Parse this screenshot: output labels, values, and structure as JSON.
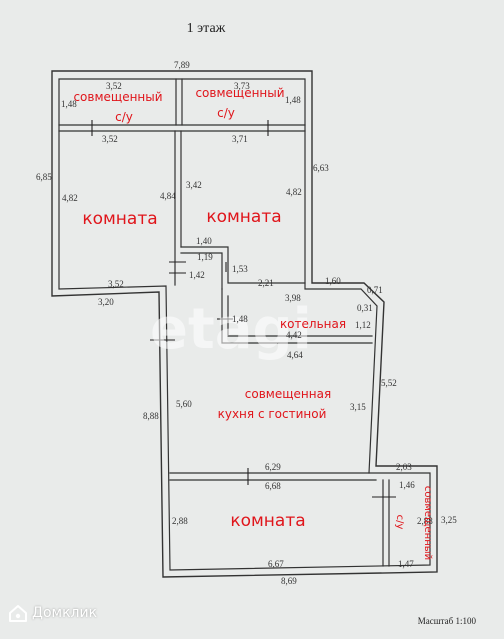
{
  "title": "1 этаж",
  "scale": "Масштаб 1:100",
  "watermark": "etagi",
  "brand": "Домклик",
  "rooms": {
    "bath1": [
      "совмещенный",
      "с/у"
    ],
    "bath2": [
      "совмещенный",
      "с/у"
    ],
    "room1": "комната",
    "room2": "комната",
    "boiler": "котельная",
    "kitchen": [
      "совмещенная",
      "кухня с гостиной"
    ],
    "room3": "комната",
    "bath3": [
      "совмещенный",
      "с/у"
    ]
  },
  "dimensions": {
    "d_7_89": "7,89",
    "d_3_52_a": "3,52",
    "d_3_73": "3,73",
    "d_1_48_a": "1,48",
    "d_1_48_b": "1,48",
    "d_3_52_b": "3,52",
    "d_3_71": "3,71",
    "d_6_85": "6,85",
    "d_4_82_a": "4,82",
    "d_4_84": "4,84",
    "d_3_42": "3,42",
    "d_4_82_b": "4,82",
    "d_6_63": "6,63",
    "d_1_40": "1,40",
    "d_1_19": "1,19",
    "d_1_42": "1,42",
    "d_1_53": "1,53",
    "d_3_52_c": "3,52",
    "d_2_21": "2,21",
    "d_1_60": "1,60",
    "d_0_71": "0,71",
    "d_3_20": "3,20",
    "d_3_98": "3,98",
    "d_0_31": "0,31",
    "d_1_48_c": "1,48",
    "d_1_12": "1,12",
    "d_4_42": "4,42",
    "d_4_64": "4,64",
    "d_5_52": "5,52",
    "d_5_60": "5,60",
    "d_3_15": "3,15",
    "d_8_88": "8,88",
    "d_6_29": "6,29",
    "d_2_03": "2,03",
    "d_6_68": "6,68",
    "d_1_46": "1,46",
    "d_2_88_a": "2,88",
    "d_2_88_b": "2,88",
    "d_3_25": "3,25",
    "d_6_67": "6,67",
    "d_1_47": "1,47",
    "d_8_69": "8,69"
  }
}
